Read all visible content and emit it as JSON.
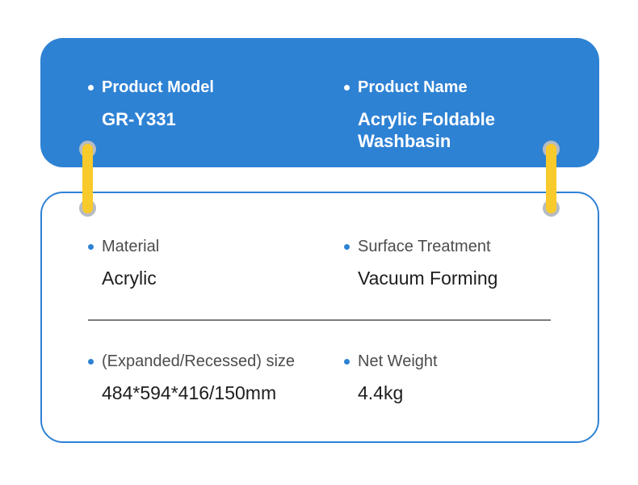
{
  "colors": {
    "header_blue": "#2e82d4",
    "connector_yellow": "#f8ca2b",
    "grommet_gray": "#b6bcc3",
    "label_gray": "#4c4c4c",
    "value_dark": "#1d1d1d",
    "divider_gray": "#7c7c7c"
  },
  "header": {
    "items": [
      {
        "label": "Product Model",
        "value": "GR-Y331"
      },
      {
        "label": "Product Name",
        "value": "Acrylic Foldable Washbasin"
      }
    ]
  },
  "specs": {
    "rows": [
      [
        {
          "label": "Material",
          "value": "Acrylic"
        },
        {
          "label": "Surface Treatment",
          "value": "Vacuum Forming"
        }
      ],
      [
        {
          "label": "(Expanded/Recessed) size",
          "value": "484*594*416/150mm"
        },
        {
          "label": "Net Weight",
          "value": "4.4kg"
        }
      ]
    ]
  }
}
